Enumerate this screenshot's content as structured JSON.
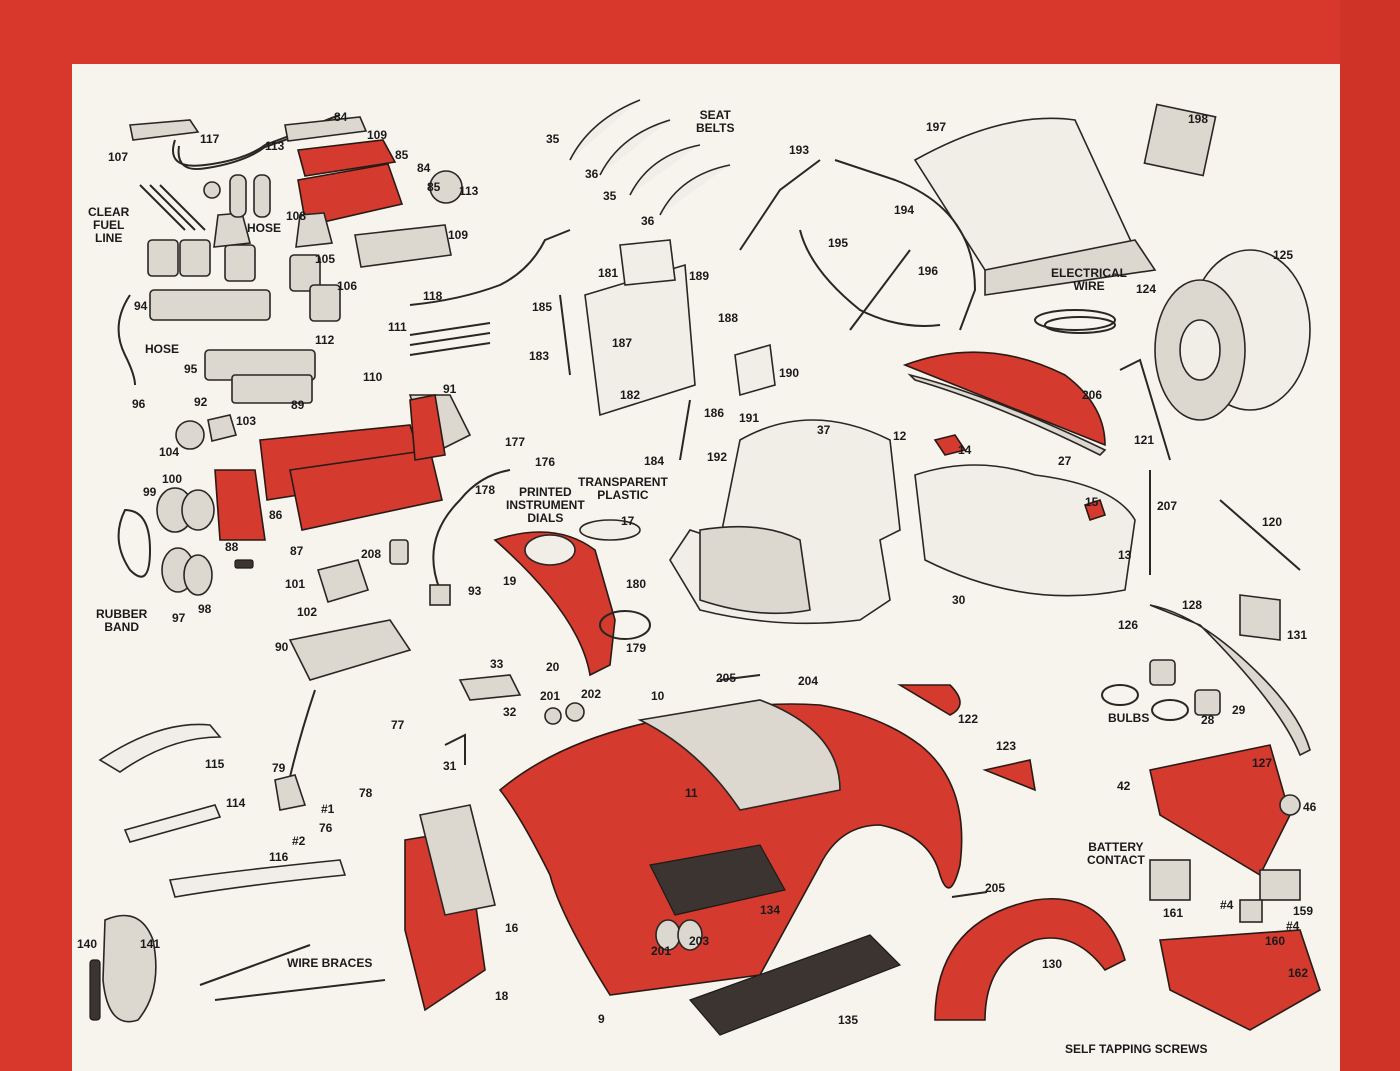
{
  "colors": {
    "border": "#d8372b",
    "paper": "#f7f4ee",
    "part_red": "#d43a2e",
    "part_gray": "#dcd7cf",
    "ink": "#1a1a1a"
  },
  "labels": {
    "n117": "117",
    "n84a": "84",
    "n109a": "109",
    "n107": "107",
    "n113a": "113",
    "n85a": "85",
    "n84b": "84",
    "n85b": "85",
    "n113b": "113",
    "clear_fuel_line": "CLEAR\nFUEL\nLINE",
    "n108": "108",
    "hose_a": "HOSE",
    "n109b": "109",
    "n105": "105",
    "n106": "106",
    "n94": "94",
    "n118": "118",
    "n111": "111",
    "hose_b": "HOSE",
    "n112": "112",
    "n95": "95",
    "n110": "110",
    "n89": "89",
    "n96": "96",
    "n92": "92",
    "n91": "91",
    "n104": "104",
    "n103": "103",
    "n100": "100",
    "n99": "99",
    "n86": "86",
    "n88": "88",
    "n87": "87",
    "n208": "208",
    "rubber_band": "RUBBER\nBAND",
    "n97": "97",
    "n98": "98",
    "n101": "101",
    "n102": "102",
    "n90": "90",
    "n93": "93",
    "n35a": "35",
    "seat_belts": "SEAT\nBELTS",
    "n36a": "36",
    "n35b": "35",
    "n36b": "36",
    "n181": "181",
    "n189": "189",
    "n185": "185",
    "n188": "188",
    "n187": "187",
    "n183": "183",
    "n182": "182",
    "n190": "190",
    "n186": "186",
    "n191": "191",
    "n184": "184",
    "n192": "192",
    "n177": "177",
    "n176": "176",
    "n178": "178",
    "printed_dials": "PRINTED\nINSTRUMENT\nDIALS",
    "transparent_plastic": "TRANSPARENT\nPLASTIC",
    "n17": "17",
    "n19": "19",
    "n180": "180",
    "n179": "179",
    "n20": "20",
    "n193": "193",
    "n197": "197",
    "n198": "198",
    "n194": "194",
    "n195": "195",
    "n196": "196",
    "electrical_wire": "ELECTRICAL\nWIRE",
    "n124": "124",
    "n125": "125",
    "n206": "206",
    "n121": "121",
    "n27": "27",
    "n12": "12",
    "n14": "14",
    "n37": "37",
    "n15": "15",
    "n13": "13",
    "n207": "207",
    "n120": "120",
    "n30": "30",
    "n128": "128",
    "n126": "126",
    "n131": "131",
    "bulbs": "BULBS",
    "n28": "28",
    "n29": "29",
    "n127": "127",
    "n122": "122",
    "n123": "123",
    "n42": "42",
    "n46": "46",
    "battery_contact": "BATTERY\nCONTACT",
    "n161": "161",
    "n4a": "#4",
    "n159": "159",
    "n4b": "#4",
    "n160": "160",
    "n162": "162",
    "self_tapping": "SELF TAPPING SCREWS",
    "n205a": "205",
    "n204": "204",
    "n33": "33",
    "n201a": "201",
    "n202": "202",
    "n10": "10",
    "n32": "32",
    "n31": "31",
    "n77": "77",
    "n115": "115",
    "n79": "79",
    "n78": "78",
    "n114": "114",
    "n1": "#1",
    "n76": "76",
    "n2": "#2",
    "n116": "116",
    "n11": "11",
    "n16": "16",
    "n134": "134",
    "n205b": "205",
    "n201b": "201",
    "n203": "203",
    "n130": "130",
    "n140": "140",
    "n141": "141",
    "wire_braces": "WIRE BRACES",
    "n18": "18",
    "n9": "9",
    "n135": "135"
  }
}
